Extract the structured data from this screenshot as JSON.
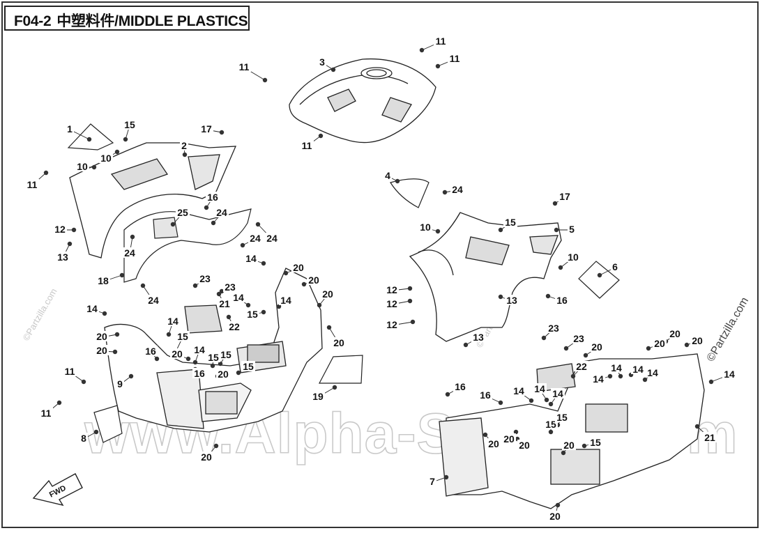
{
  "header": {
    "code": "F04-2",
    "title": "中塑料件/MIDDLE PLASTICS"
  },
  "watermarks": {
    "main": "www.Alpha-Sports.com",
    "partzilla": "©Partzilla.com"
  },
  "direction_arrow": {
    "label": "FWD"
  },
  "callouts": [
    {
      "id": "c3",
      "label": "3"
    },
    {
      "id": "c11a",
      "label": "11"
    },
    {
      "id": "c11b",
      "label": "11"
    },
    {
      "id": "c11c",
      "label": "11"
    },
    {
      "id": "c11d",
      "label": "11"
    },
    {
      "id": "c1",
      "label": "1"
    },
    {
      "id": "c15a",
      "label": "15"
    },
    {
      "id": "c17a",
      "label": "17"
    },
    {
      "id": "c2",
      "label": "2"
    },
    {
      "id": "c10a",
      "label": "10"
    },
    {
      "id": "c10b",
      "label": "10"
    },
    {
      "id": "c11e",
      "label": "11"
    },
    {
      "id": "c16a",
      "label": "16"
    },
    {
      "id": "c25",
      "label": "25"
    },
    {
      "id": "c24a",
      "label": "24"
    },
    {
      "id": "c24b",
      "label": "24"
    },
    {
      "id": "c24c",
      "label": "24"
    },
    {
      "id": "c24d",
      "label": "24"
    },
    {
      "id": "c24e",
      "label": "24"
    },
    {
      "id": "c12a",
      "label": "12"
    },
    {
      "id": "c13a",
      "label": "13"
    },
    {
      "id": "c18",
      "label": "18"
    },
    {
      "id": "c4",
      "label": "4"
    },
    {
      "id": "c24f",
      "label": "24"
    },
    {
      "id": "c17b",
      "label": "17"
    },
    {
      "id": "c10c",
      "label": "10"
    },
    {
      "id": "c15b",
      "label": "15"
    },
    {
      "id": "c5",
      "label": "5"
    },
    {
      "id": "c10d",
      "label": "10"
    },
    {
      "id": "c6",
      "label": "6"
    },
    {
      "id": "c12b",
      "label": "12"
    },
    {
      "id": "c12c",
      "label": "12"
    },
    {
      "id": "c12d",
      "label": "12"
    },
    {
      "id": "c13b",
      "label": "13"
    },
    {
      "id": "c13c",
      "label": "13"
    },
    {
      "id": "c16b",
      "label": "16"
    },
    {
      "id": "c14a",
      "label": "14"
    },
    {
      "id": "c20a",
      "label": "20"
    },
    {
      "id": "c20b",
      "label": "20"
    },
    {
      "id": "c23a",
      "label": "23"
    },
    {
      "id": "c23b",
      "label": "23"
    },
    {
      "id": "c21a",
      "label": "21"
    },
    {
      "id": "c14b",
      "label": "14"
    },
    {
      "id": "c14c",
      "label": "14"
    },
    {
      "id": "c15c",
      "label": "15"
    },
    {
      "id": "c22a",
      "label": "22"
    },
    {
      "id": "c20c",
      "label": "20"
    },
    {
      "id": "c20d",
      "label": "20"
    },
    {
      "id": "c14d",
      "label": "14"
    },
    {
      "id": "c20e",
      "label": "20"
    },
    {
      "id": "c20f",
      "label": "20"
    },
    {
      "id": "c14e",
      "label": "14"
    },
    {
      "id": "c16c",
      "label": "16"
    },
    {
      "id": "c15d",
      "label": "15"
    },
    {
      "id": "c20g",
      "label": "20"
    },
    {
      "id": "c14f",
      "label": "14"
    },
    {
      "id": "c16d",
      "label": "16"
    },
    {
      "id": "c15e",
      "label": "15"
    },
    {
      "id": "c15f",
      "label": "15"
    },
    {
      "id": "c15g",
      "label": "15"
    },
    {
      "id": "c20h",
      "label": "20"
    },
    {
      "id": "c9",
      "label": "9"
    },
    {
      "id": "c11f",
      "label": "11"
    },
    {
      "id": "c11g",
      "label": "11"
    },
    {
      "id": "c8",
      "label": "8"
    },
    {
      "id": "c20i",
      "label": "20"
    },
    {
      "id": "c19",
      "label": "19"
    },
    {
      "id": "c23c",
      "label": "23"
    },
    {
      "id": "c23d",
      "label": "23"
    },
    {
      "id": "c20j",
      "label": "20"
    },
    {
      "id": "c22b",
      "label": "22"
    },
    {
      "id": "c20k",
      "label": "20"
    },
    {
      "id": "c20l",
      "label": "20"
    },
    {
      "id": "c20m",
      "label": "20"
    },
    {
      "id": "c14g",
      "label": "14"
    },
    {
      "id": "c14h",
      "label": "14"
    },
    {
      "id": "c14i",
      "label": "14"
    },
    {
      "id": "c14j",
      "label": "14"
    },
    {
      "id": "c14k",
      "label": "14"
    },
    {
      "id": "c16e",
      "label": "16"
    },
    {
      "id": "c16f",
      "label": "16"
    },
    {
      "id": "c14l",
      "label": "14"
    },
    {
      "id": "c14m",
      "label": "14"
    },
    {
      "id": "c14n",
      "label": "14"
    },
    {
      "id": "c15h",
      "label": "15"
    },
    {
      "id": "c15i",
      "label": "15"
    },
    {
      "id": "c15j",
      "label": "15"
    },
    {
      "id": "c20n",
      "label": "20"
    },
    {
      "id": "c20o",
      "label": "20"
    },
    {
      "id": "c20p",
      "label": "20"
    },
    {
      "id": "c21b",
      "label": "21"
    },
    {
      "id": "c7",
      "label": "7"
    },
    {
      "id": "c20q",
      "label": "20"
    },
    {
      "id": "c20r",
      "label": "20"
    }
  ]
}
